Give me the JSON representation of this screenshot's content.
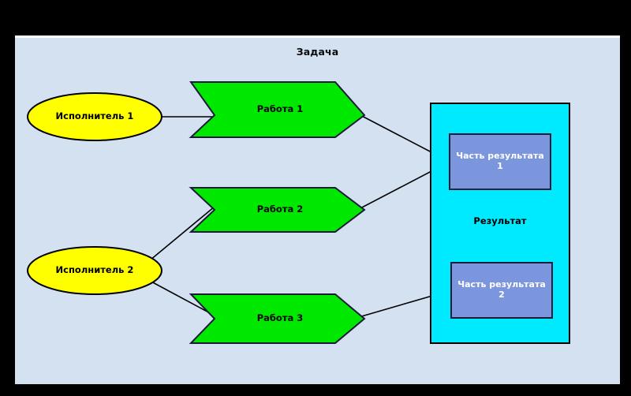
{
  "diagram": {
    "title": "Задача",
    "background_color": "#000000",
    "panel_color": "#d3e1f1",
    "performers": [
      {
        "id": "performer-1",
        "label": "Исполнитель 1",
        "shape": "ellipse",
        "fill": "#ffff00",
        "stroke": "#000000"
      },
      {
        "id": "performer-2",
        "label": "Исполнитель 2",
        "shape": "ellipse",
        "fill": "#ffff00",
        "stroke": "#000000"
      }
    ],
    "works": [
      {
        "id": "work-1",
        "label": "Работа 1",
        "shape": "chevron",
        "fill": "#00e800",
        "stroke": "#1a1a3a"
      },
      {
        "id": "work-2",
        "label": "Работа 2",
        "shape": "chevron",
        "fill": "#00e800",
        "stroke": "#1a1a3a"
      },
      {
        "id": "work-3",
        "label": "Работа 3",
        "shape": "chevron",
        "fill": "#00e800",
        "stroke": "#1a1a3a"
      }
    ],
    "result": {
      "id": "result-box",
      "label": "Результат",
      "shape": "rectangle",
      "fill": "#00eaff",
      "stroke": "#000000",
      "parts": [
        {
          "id": "result-part-1",
          "label": "Часть результата 1",
          "line1": "Часть результата",
          "line2": "1",
          "fill": "#7b96dd",
          "stroke": "#1a1a3a",
          "text_color": "#ffffff"
        },
        {
          "id": "result-part-2",
          "label": "Часть результата 2",
          "line1": "Часть результата",
          "line2": "2",
          "fill": "#7b96dd",
          "stroke": "#1a1a3a",
          "text_color": "#ffffff"
        }
      ]
    },
    "connectors": [
      {
        "id": "connector-performer1-work1",
        "from": "performer-1",
        "to": "work-1"
      },
      {
        "id": "connector-performer2-work2",
        "from": "performer-2",
        "to": "work-2"
      },
      {
        "id": "connector-performer2-work3",
        "from": "performer-2",
        "to": "work-3"
      },
      {
        "id": "connector-work1-part1",
        "from": "work-1",
        "to": "result-part-1"
      },
      {
        "id": "connector-work2-part1",
        "from": "work-2",
        "to": "result-part-1"
      },
      {
        "id": "connector-work3-part2",
        "from": "work-3",
        "to": "result-part-2"
      }
    ]
  }
}
